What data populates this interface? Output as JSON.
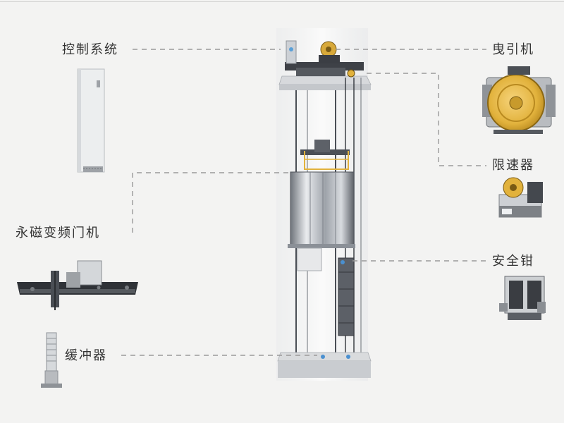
{
  "labels": {
    "control_system": "控制系统",
    "traction_machine": "曳引机",
    "speed_governor": "限速器",
    "door_operator": "永磁变频门机",
    "safety_gear": "安全钳",
    "buffer": "缓冲器"
  },
  "colors": {
    "background": "#f3f3f2",
    "label_text": "#333333",
    "leader_line": "#9a9a9a",
    "machine_yellow": "#e2b23c",
    "steel_dark": "#3a3d42",
    "steel_light": "#c9ccd1"
  }
}
